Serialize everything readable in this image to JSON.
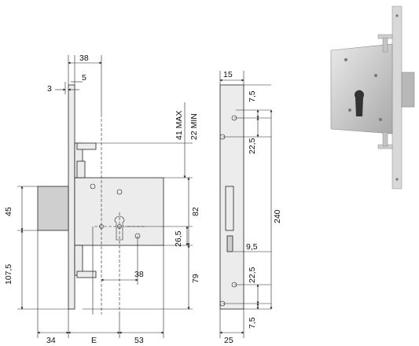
{
  "dimensions": {
    "d38_top": "38",
    "d3": "3",
    "d5": "5",
    "d41max": "41 MAX",
    "d22min": "22 MIN",
    "d45": "45",
    "d107_5": "107,5",
    "d82": "82",
    "d26_5": "26,5",
    "d79": "79",
    "d38_bottom": "38",
    "d34": "34",
    "dE": "E",
    "d53": "53",
    "d15": "15",
    "d7_5_top": "7,5",
    "d22_5_top": "22,5",
    "d240": "240",
    "d9_5": "9,5",
    "d22_5_bottom": "22,5",
    "d7_5_bottom": "7,5",
    "d25": "25"
  },
  "colors": {
    "line": "#222222",
    "lock_body": "#ececec",
    "bolt": "#cfcfcf",
    "metal_dark": "#9a9a9a",
    "metal_light": "#dcdcdc"
  }
}
